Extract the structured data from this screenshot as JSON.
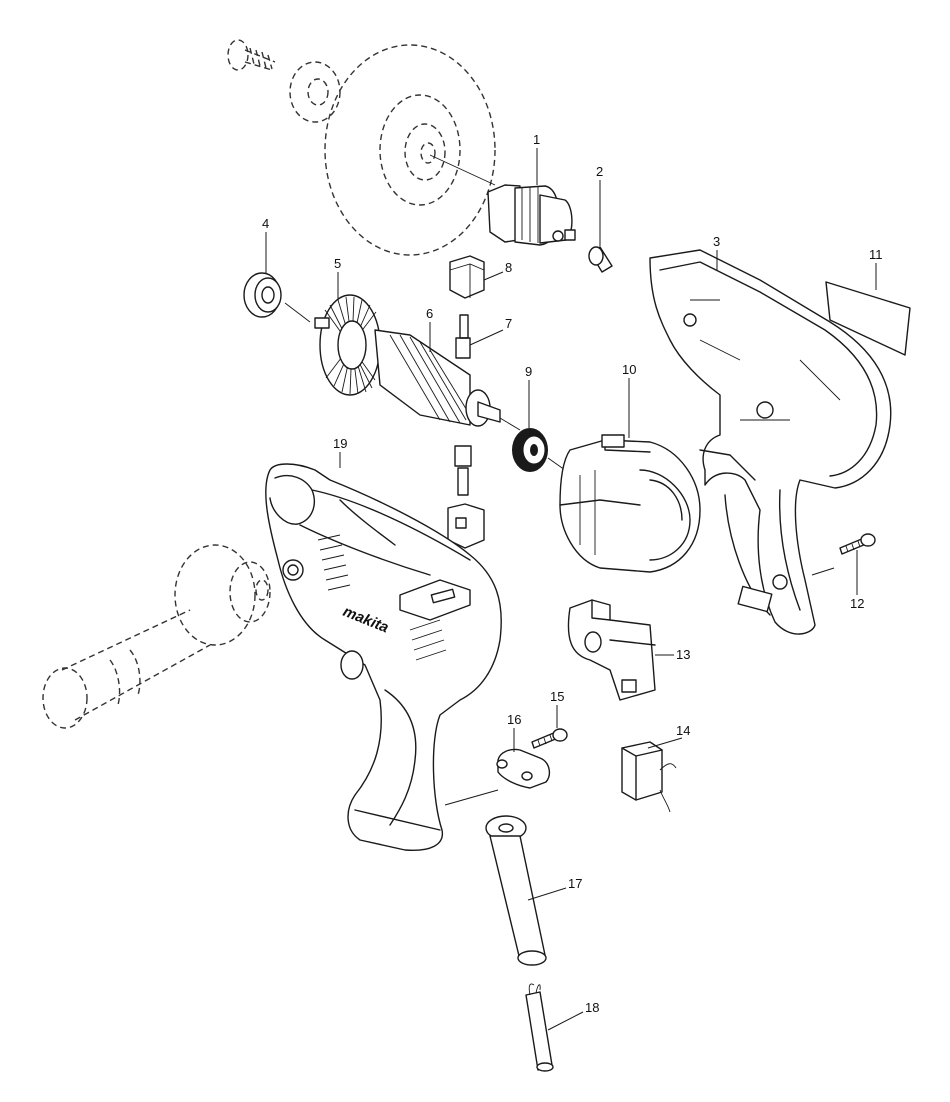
{
  "diagram": {
    "brand_text": "makita",
    "part_labels": [
      "1",
      "2",
      "3",
      "4",
      "5",
      "6",
      "7",
      "8",
      "9",
      "10",
      "11",
      "12",
      "13",
      "14",
      "15",
      "16",
      "17",
      "18",
      "19"
    ]
  }
}
